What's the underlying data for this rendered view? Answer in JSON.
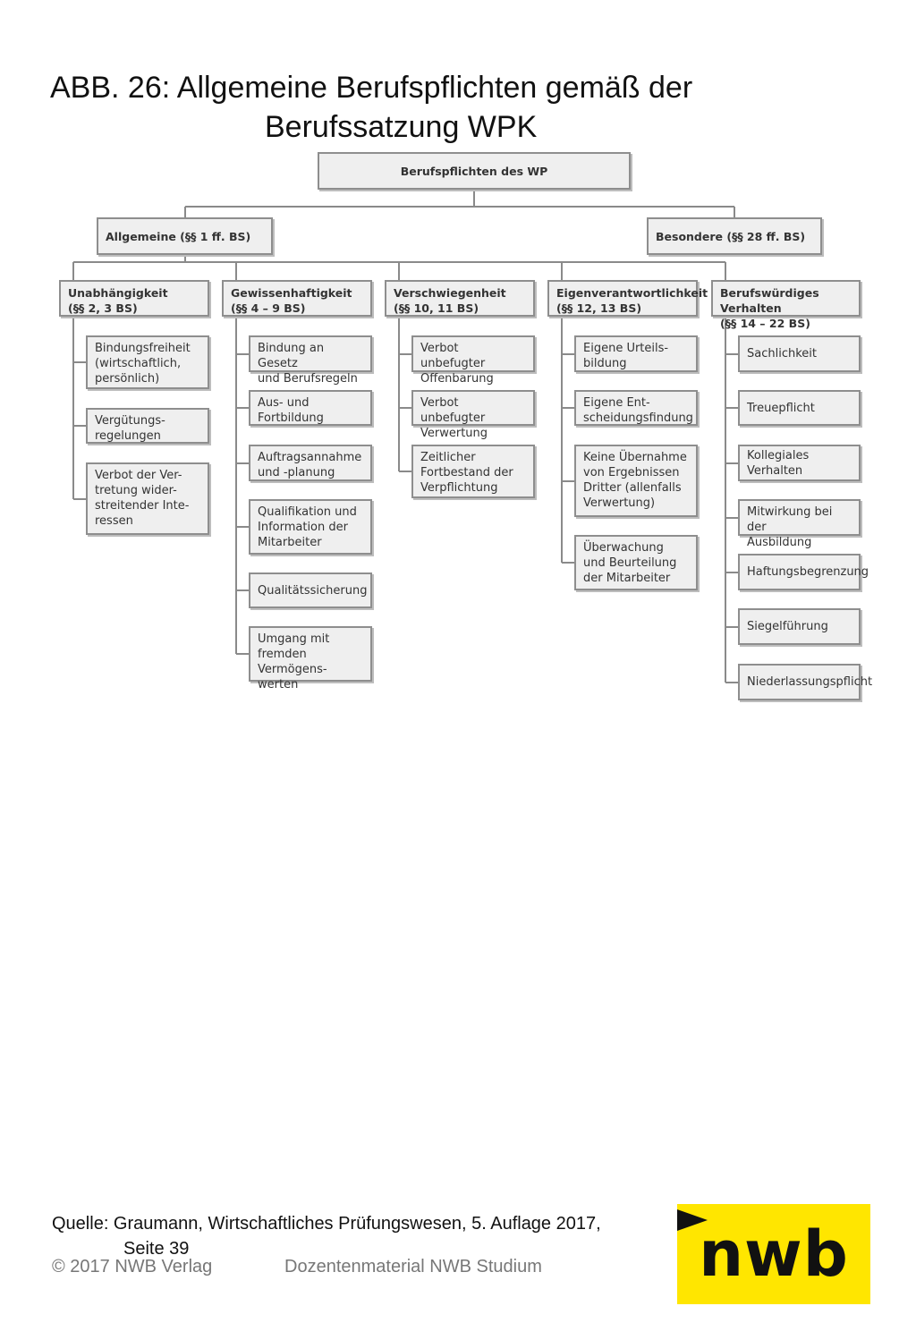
{
  "title": {
    "line1": "ABB. 26: Allgemeine Berufspflichten gemäß der",
    "line2": "Berufssatzung WPK"
  },
  "diagram": {
    "root": "Berufspflichten des WP",
    "allgemeine": "Allgemeine (§§ 1 ff. BS)",
    "besondere": "Besondere (§§ 28 ff. BS)",
    "columns": [
      {
        "head": "Unabhängigkeit\n(§§ 2, 3 BS)",
        "items": [
          "Bindungsfreiheit\n(wirtschaftlich,\npersönlich)",
          "Vergütungs-\nregelungen",
          "Verbot der Ver-\ntretung wider-\nstreitender Inte-\nressen"
        ]
      },
      {
        "head": "Gewissenhaftigkeit\n(§§ 4 – 9 BS)",
        "items": [
          "Bindung an Gesetz\nund Berufsregeln",
          "Aus- und\nFortbildung",
          "Auftragsannahme\nund -planung",
          "Qualifikation und\nInformation der\nMitarbeiter",
          "Qualitätssicherung",
          "Umgang mit\nfremden Vermögens-\nwerten"
        ]
      },
      {
        "head": "Verschwiegenheit\n(§§ 10, 11 BS)",
        "items": [
          "Verbot unbefugter\nOffenbarung",
          "Verbot unbefugter\nVerwertung",
          "Zeitlicher\nFortbestand der\nVerpflichtung"
        ]
      },
      {
        "head": "Eigenverantwortlichkeit\n(§§ 12, 13 BS)",
        "items": [
          "Eigene Urteils-\nbildung",
          "Eigene Ent-\nscheidungsfindung",
          "Keine Übernahme\nvon Ergebnissen\nDritter (allenfalls\nVerwertung)",
          "Überwachung\nund Beurteilung\nder Mitarbeiter"
        ]
      },
      {
        "head": "Berufswürdiges Verhalten\n(§§ 14 – 22 BS)",
        "items": [
          "Sachlichkeit",
          "Treuepflicht",
          "Kollegiales Verhalten",
          "Mitwirkung bei der\nAusbildung",
          "Haftungsbegrenzung",
          "Siegelführung",
          "Niederlassungspflicht"
        ]
      }
    ]
  },
  "footer": {
    "source_line1": "Quelle: Graumann, Wirtschaftliches Prüfungswesen, 5. Auflage 2017,",
    "source_line2": "Seite 39",
    "copyright": "© 2017 NWB Verlag",
    "material": "Dozentenmaterial NWB Studium",
    "logo_text": "nwb"
  }
}
